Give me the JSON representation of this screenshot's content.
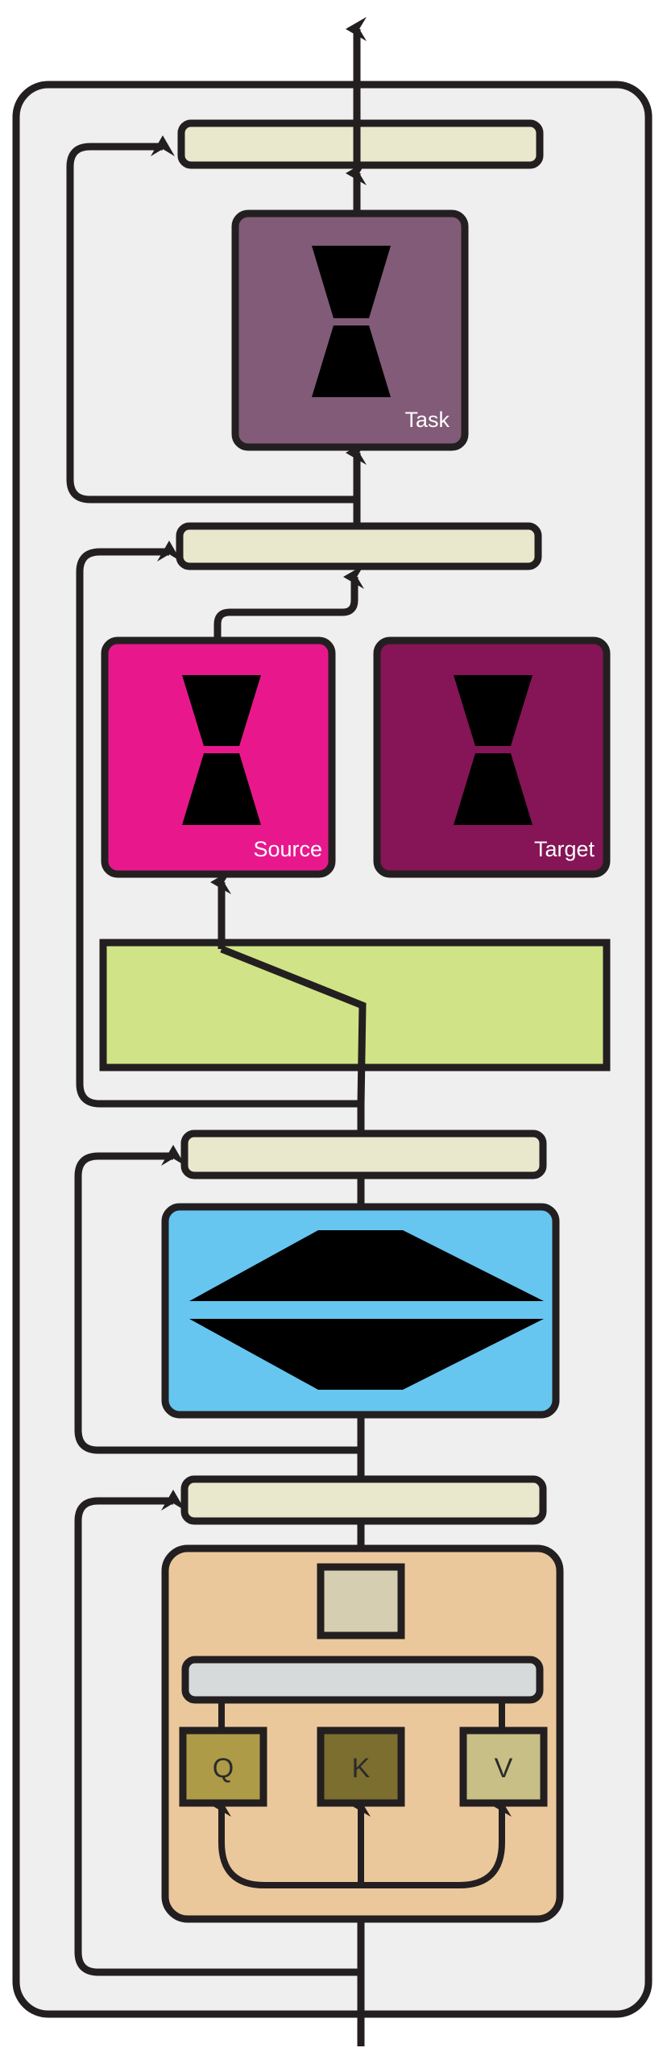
{
  "blocks": {
    "task": {
      "label": "Task",
      "color": "#815b77"
    },
    "source": {
      "label": "Source",
      "color": "#e8188c"
    },
    "target": {
      "label": "Target",
      "color": "#851556"
    }
  },
  "attention": {
    "q": "Q",
    "k": "K",
    "v": "V"
  },
  "colors": {
    "outer_bg": "#efefef",
    "norm": "#e9e8cc",
    "router": "#d0e487",
    "ffn": "#66c6f0",
    "attention_bg": "#ebc89c",
    "attn_top": "#d6ceb0",
    "attn_bar": "#d6dadb",
    "q": "#ae9b47",
    "k": "#7b6e2f",
    "v": "#c8bf86",
    "stroke": "#231f20"
  }
}
